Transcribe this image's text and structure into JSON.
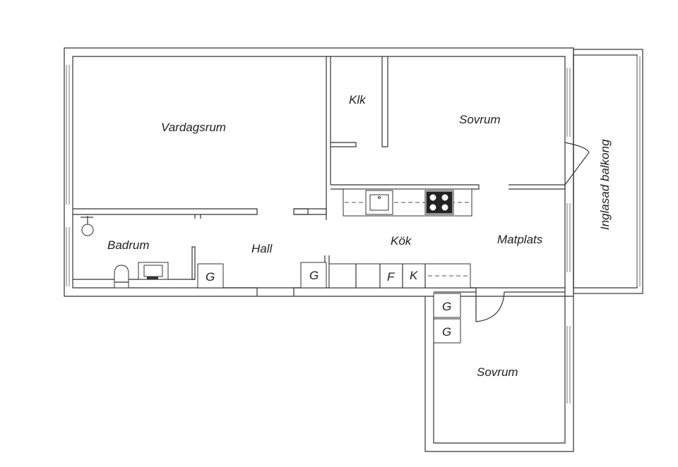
{
  "rooms": {
    "vardagsrum": "Vardagsrum",
    "klk": "Klk",
    "sovrum_top": "Sovrum",
    "balkong": "Inglasad balkong",
    "badrum": "Badrum",
    "hall": "Hall",
    "kok": "Kök",
    "matplats": "Matplats",
    "sovrum_bottom": "Sovrum"
  },
  "closet_letters": {
    "hall_wardrobe": "G",
    "kitchen_wardrobe": "G",
    "fridge": "F",
    "freezer": "K",
    "bedroom_wardrobe_1": "G",
    "bedroom_wardrobe_2": "G"
  },
  "colors": {
    "wall": "#333333",
    "window": "#777777",
    "background": "#ffffff"
  }
}
